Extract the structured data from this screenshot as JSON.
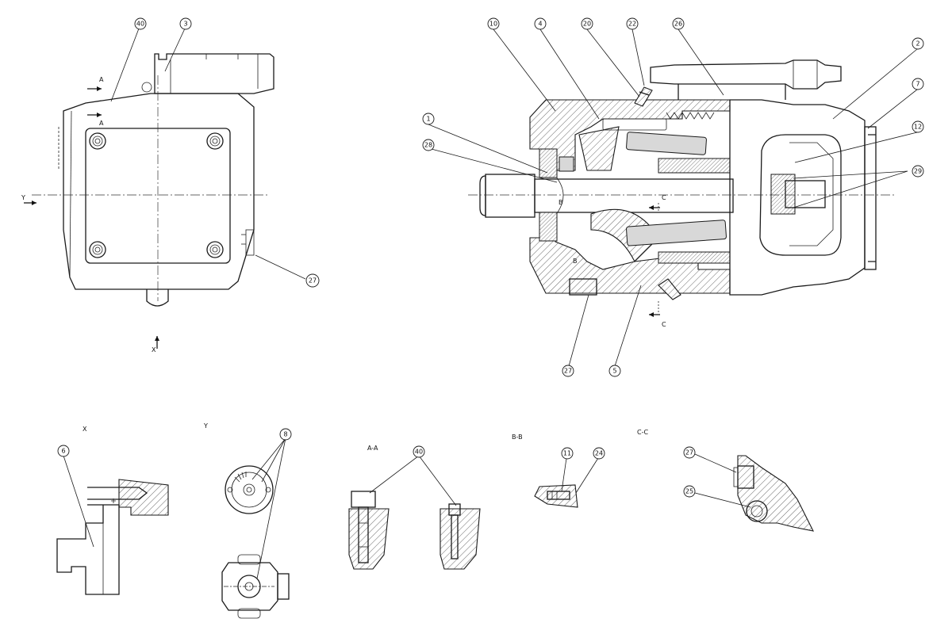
{
  "views": {
    "front_view_arrow_y": "Y",
    "front_view_arrow_x": "X",
    "section_mark_a_upper": "A",
    "section_mark_a_lower": "A",
    "section_mark_b": "B",
    "section_mark_b_lower": "B",
    "section_mark_c_upper": "C",
    "section_mark_c_lower": "C",
    "detail_x": "X",
    "detail_y": "Y",
    "section_aa": "A-A",
    "section_bb": "B-B",
    "section_cc": "C-C"
  },
  "balloons": {
    "b40_front": "40",
    "b3": "3",
    "b27_front": "27",
    "b10": "10",
    "b4": "4",
    "b20": "20",
    "b22": "22",
    "b26": "26",
    "b2": "2",
    "b7": "7",
    "b12": "12",
    "b29": "29",
    "b1": "1",
    "b28": "28",
    "b27_section": "27",
    "b5": "5",
    "b6": "6",
    "b8": "8",
    "b40_aa": "40",
    "b11": "11",
    "b24": "24",
    "b27_cc": "27",
    "b25": "25"
  }
}
